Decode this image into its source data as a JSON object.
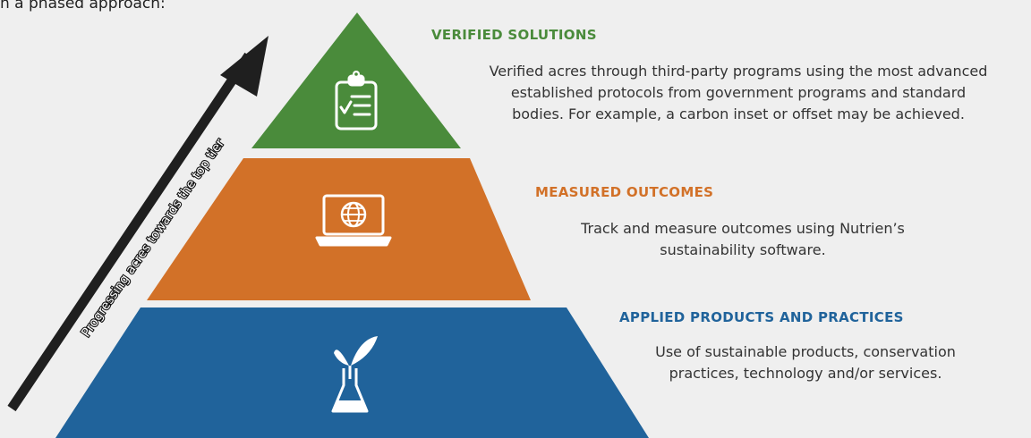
{
  "intro_text": "h a phased approach:",
  "colors": {
    "background": "#efefef",
    "tier_top": "#4a8b3b",
    "tier_middle": "#d27128",
    "tier_bottom": "#20639b",
    "arrow": "#1f1f1f"
  },
  "arrow_label": "Progressing acres towards the top tier",
  "tiers": [
    {
      "title": "VERIFIED SOLUTIONS",
      "title_color": "#4a8b3b",
      "icon": "clipboard-checklist-icon",
      "description_lines": [
        "Verified acres through third-party programs using the most advanced",
        "established protocols from government programs and standard",
        "bodies. For example, a carbon inset or offset may be achieved."
      ]
    },
    {
      "title": "MEASURED OUTCOMES",
      "title_color": "#d27128",
      "icon": "laptop-globe-icon",
      "description_lines": [
        "Track and measure outcomes using Nutrien’s",
        "sustainability software."
      ]
    },
    {
      "title": "APPLIED PRODUCTS AND PRACTICES",
      "title_color": "#20639b",
      "icon": "flask-sprout-icon",
      "description_lines": [
        "Use of sustainable products, conservation",
        "practices, technology and/or services."
      ]
    }
  ]
}
